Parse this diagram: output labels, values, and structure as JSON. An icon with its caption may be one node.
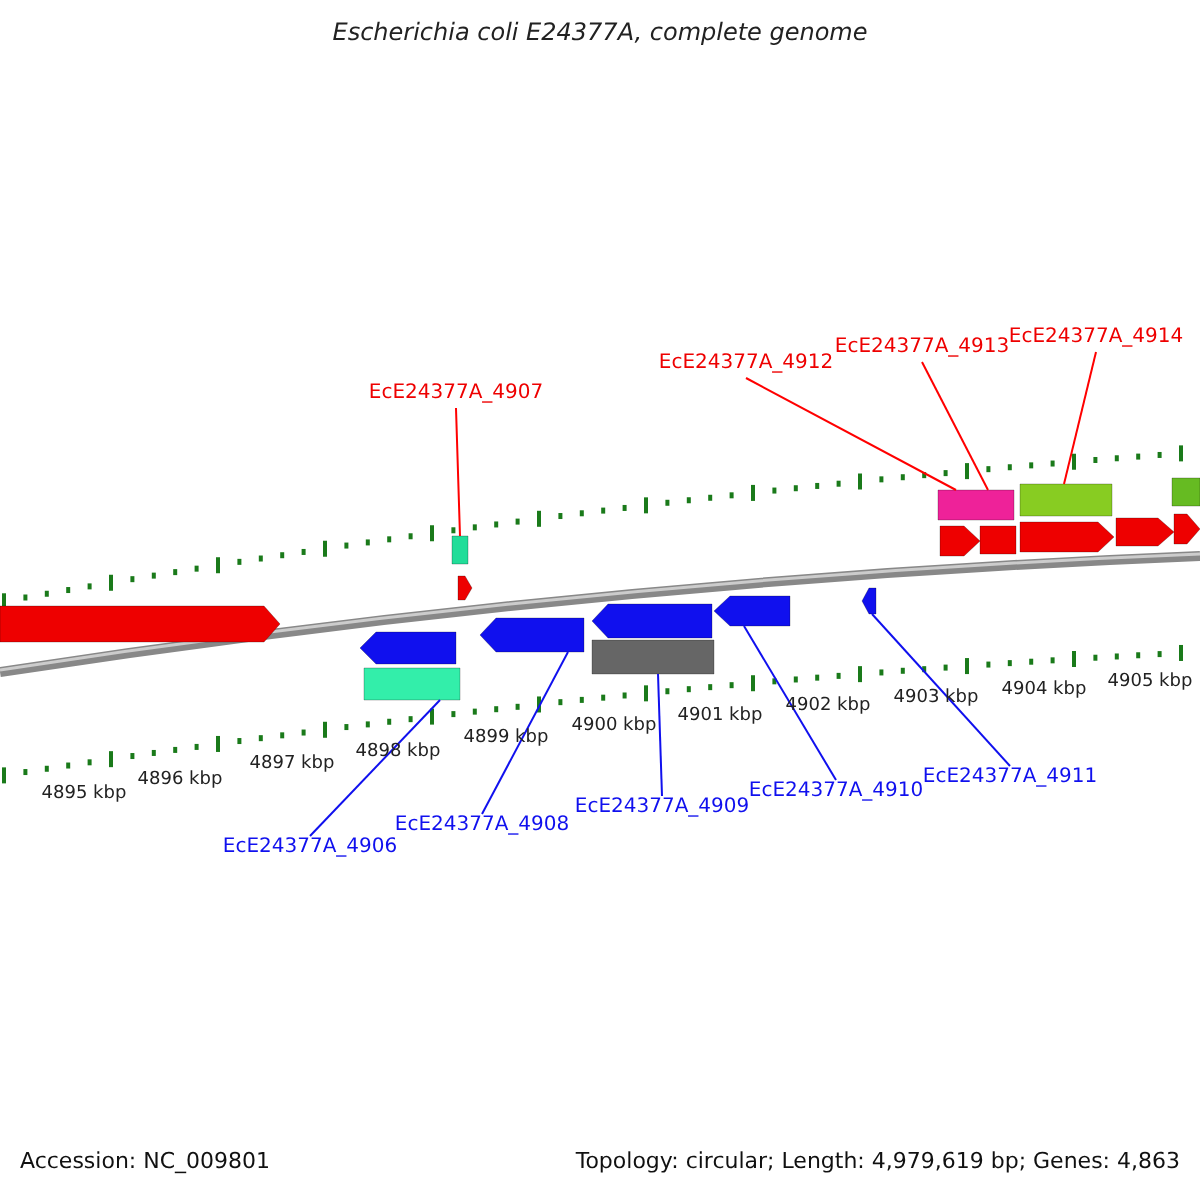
{
  "diagram": {
    "title": "Escherichia coli E24377A, complete genome",
    "nodes": [
      {
        "text": [
          "EcE24377A_4907"
        ]
      },
      {
        "text": [],
        "shape": "bar"
      },
      {
        "text": [
          "EcE24377A_4912"
        ]
      },
      {
        "text": [
          "EcE24377A_4913"
        ]
      },
      {
        "text": [],
        "shape": "bar"
      },
      {
        "text": [
          "EcE24377A_4914"
        ]
      },
      {
        "text": [],
        "shape": "bar"
      },
      {
        "text": [
          "EcE24377A_4906"
        ]
      },
      {
        "text": [],
        "shape": "bar"
      },
      {
        "text": [
          "EcE24377A_4908"
        ]
      },
      {
        "text": [],
        "shape": "arrow"
      },
      {
        "text": [
          "EcE24377A_4909"
        ]
      },
      {
        "text": [],
        "shape": "bar"
      },
      {
        "text": [
          "EcE24377A_4910"
        ]
      },
      {
        "text": [],
        "shape": "arrow"
      },
      {
        "text": [
          "EcE24377A_4911"
        ]
      },
      {
        "text": [],
        "shape": "arrow"
      },
      {
        "text": [],
        "shape": "arrow"
      },
      {
        "text": [],
        "shape": "arrow"
      },
      {
        "text": [],
        "shape": "arrow"
      },
      {
        "text": [],
        "shape": "arrow"
      },
      {
        "text": [],
        "shape": "arrow"
      },
      {
        "text": [],
        "shape": "bar"
      },
      {
        "text": [],
        "shape": "bar"
      },
      {
        "text": [],
        "shape": "arrow"
      },
      {
        "text": [],
        "shape": "arrow"
      },
      {
        "text": [],
        "shape": "arrow"
      }
    ],
    "edges": [
      {
        "from": 0,
        "to": 1,
        "arrow": "none",
        "color": "#ff0000"
      },
      {
        "from": 2,
        "to": 4,
        "arrow": "none",
        "color": "#ff0000"
      },
      {
        "from": 3,
        "to": 4,
        "arrow": "none",
        "color": "#ff0000"
      },
      {
        "from": 5,
        "to": 6,
        "arrow": "none",
        "color": "#ff0000"
      },
      {
        "from": 7,
        "to": 8,
        "arrow": "none"
      },
      {
        "from": 9,
        "to": 10,
        "arrow": "none"
      },
      {
        "from": 11,
        "to": 12,
        "arrow": "none"
      },
      {
        "from": 13,
        "to": 14,
        "arrow": "none"
      },
      {
        "from": 15,
        "to": 16,
        "arrow": "none"
      }
    ],
    "labels": [
      "4895 kbp",
      "4896 kbp",
      "4897 kbp",
      "4898 kbp",
      "4899 kbp",
      "4900 kbp",
      "4901 kbp",
      "4902 kbp",
      "4903 kbp",
      "4904 kbp",
      "4905 kbp",
      "Accession: NC_009801",
      "Topology: circular; Length: 4,979,619 bp; Genes: 4,863"
    ]
  }
}
